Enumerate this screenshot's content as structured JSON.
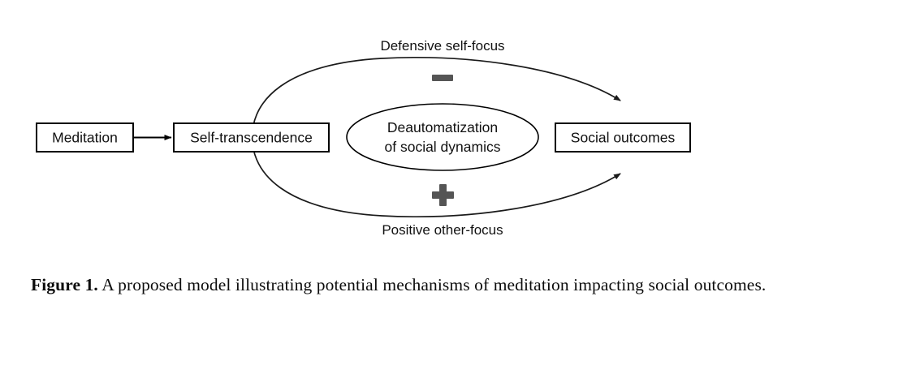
{
  "figure": {
    "caption_label": "Figure 1.",
    "caption_text": " A proposed model illustrating potential mechanisms of meditation impacting social outcomes."
  },
  "diagram": {
    "nodes": [
      {
        "id": "meditation",
        "label": "Meditation",
        "shape": "rect"
      },
      {
        "id": "self-transcendence",
        "label": "Self-transcendence",
        "shape": "rect"
      },
      {
        "id": "deautomatization",
        "label_line1": "Deautomatization",
        "label_line2": "of social dynamics",
        "shape": "ellipse"
      },
      {
        "id": "social-outcomes",
        "label": "Social outcomes",
        "shape": "rect"
      }
    ],
    "paths": [
      {
        "id": "upper-path",
        "label": "Defensive self-focus",
        "sign": "minus",
        "sign_glyph": "–",
        "from": "self-transcendence",
        "to": "social-outcomes"
      },
      {
        "id": "lower-path",
        "label": "Positive other-focus",
        "sign": "plus",
        "sign_glyph": "+",
        "from": "self-transcendence",
        "to": "social-outcomes"
      }
    ],
    "colors": {
      "stroke": "#000000",
      "sign": "#555555",
      "background": "#ffffff",
      "text": "#111111"
    }
  }
}
